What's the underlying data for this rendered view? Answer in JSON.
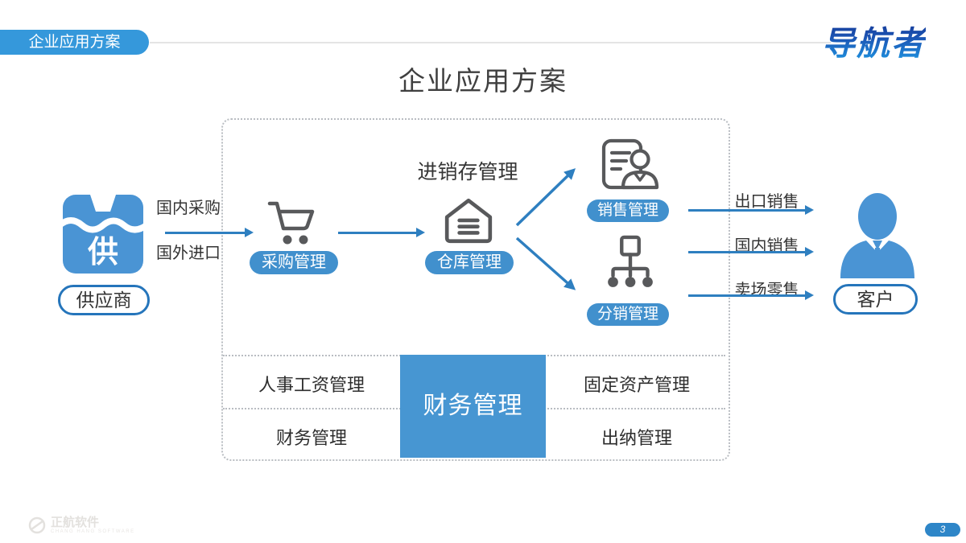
{
  "header": {
    "tab_label": "企业应用方案",
    "logo_text": "导航者"
  },
  "title": "企业应用方案",
  "diagram": {
    "section_title": "进销存管理",
    "supplier_icon_char": "供",
    "supplier_label": "供应商",
    "customer_label": "客户",
    "purchase_label": "采购管理",
    "warehouse_label": "仓库管理",
    "sales_label": "销售管理",
    "distribution_label": "分销管理",
    "flow_in_top": "国内采购",
    "flow_in_bottom": "国外进口",
    "flow_out_top": "出口销售",
    "flow_out_mid": "国内销售",
    "flow_out_bottom": "卖场零售",
    "grid": {
      "center": "财务管理",
      "top_left": "人事工资管理",
      "bottom_left": "财务管理",
      "top_right": "固定资产管理",
      "bottom_right": "出纳管理"
    }
  },
  "footer": {
    "page_number": "3",
    "watermark_cn": "正航软件",
    "watermark_en": "CHANG HANG SOFTWARE"
  },
  "icons": {
    "supplier": "storefront-icon",
    "purchase": "shopping-cart-icon",
    "warehouse": "warehouse-house-icon",
    "sales": "customer-document-icon",
    "distribution": "org-chart-icon",
    "customer": "person-icon"
  },
  "colors": {
    "header_blue": "#3598db",
    "pill_blue": "#4190cd",
    "icon_blue": "#4a94d4",
    "arrow_blue": "#2e7fc0",
    "finance_box_blue": "#4796d2",
    "outline_border_blue": "#2575bb",
    "logo_gradient_top": "#14308d",
    "logo_gradient_bottom": "#1f9ce6",
    "page_pill_blue": "#2e86c8",
    "dashed_border_gray": "#b9bdc2"
  }
}
